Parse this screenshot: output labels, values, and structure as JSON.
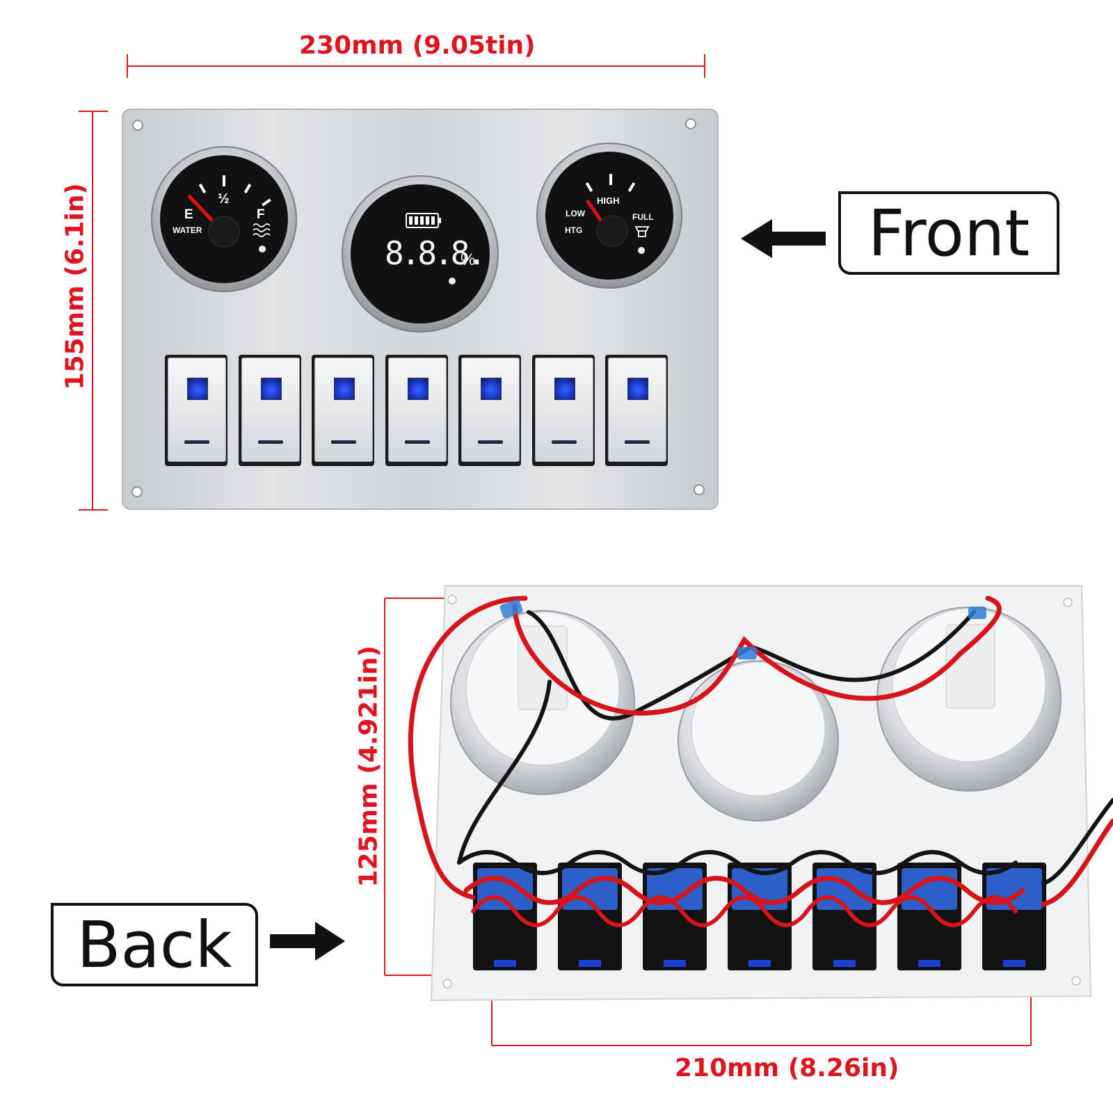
{
  "dimensions": {
    "width_front": "230mm (9.05tin)",
    "height_front": "155mm (6.1in)",
    "height_back": "125mm (4.921in)",
    "width_back": "210mm (8.26in)"
  },
  "labels": {
    "front": "Front",
    "back": "Back"
  },
  "gauge_water": {
    "empty": "E",
    "half": "½",
    "full": "F",
    "name": "WATER"
  },
  "gauge_digital": {
    "readout": "8.8.8.",
    "unit": "%"
  },
  "gauge_heating": {
    "high": "HIGH",
    "low": "LOW",
    "full": "FULL",
    "name": "HTG"
  },
  "switch_count": 7,
  "colors": {
    "dimension_line": "#e0141e",
    "panel": "#d9dcdf",
    "switch_led": "#1d3fd6",
    "wire_red": "#d6141a",
    "wire_black": "#141414"
  }
}
